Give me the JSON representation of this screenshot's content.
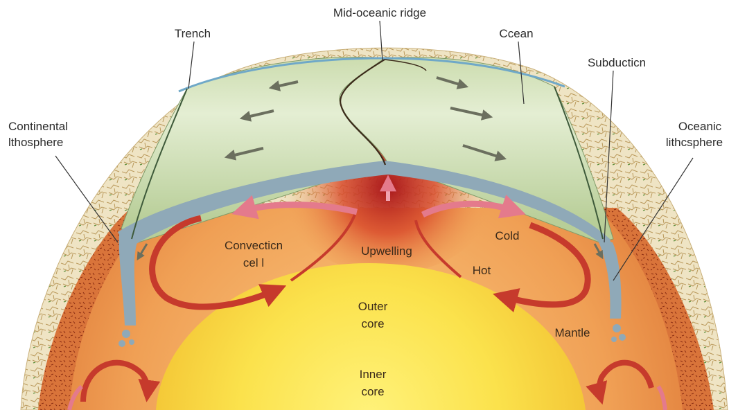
{
  "labels": {
    "mid_oceanic_ridge": "Mid-oceanic ridge",
    "trench": "Trench",
    "ocean": "Ccean",
    "subduction": "Subducticn",
    "continental_lithosphere_1": "Continental",
    "continental_lithosphere_2": "lthosphere",
    "oceanic_lithosphere_1": "Oceanic",
    "oceanic_lithosphere_2": "lithcsphere",
    "convection_cell_1": "Convecticn",
    "convection_cell_2": "cel l",
    "upwelling": "Upwelling",
    "cold": "Cold",
    "hot": "Hot",
    "outer_core_1": "Outer",
    "outer_core_2": "core",
    "inner_core_1": "Inner",
    "inner_core_2": "core",
    "mantle": "Mantle"
  },
  "colors": {
    "ocean_plate": "#cfe0b4",
    "ocean_plate_light": "#eef4e2",
    "mantle_orange": "#f2a65a",
    "mantle_red": "#c8301e",
    "outer_core": "#f6d646",
    "inner_core": "#fbe86a",
    "slab_blue": "#8fa9b8",
    "arrow_red": "#c63a2c",
    "arrow_pink": "#f1a4b0",
    "continental": "#e9dcb4",
    "continental_lith": "#c9622a"
  }
}
